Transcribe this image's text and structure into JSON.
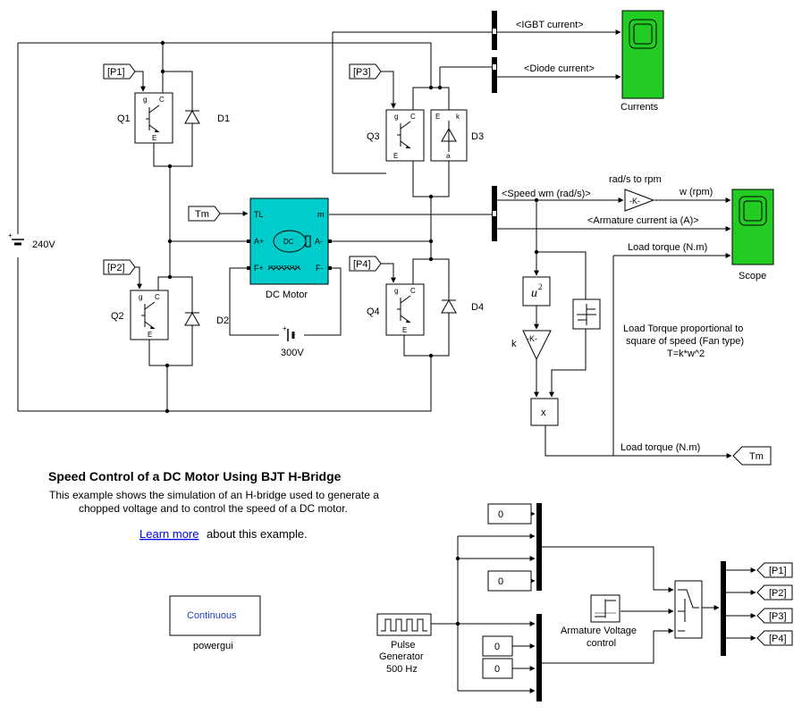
{
  "tags": {
    "p1": "[P1]",
    "p2": "[P2]",
    "p3": "[P3]",
    "p4": "[P4]",
    "tm_from": "Tm",
    "tm_goto": "Tm"
  },
  "switches": {
    "q1": "Q1",
    "q2": "Q2",
    "q3": "Q3",
    "q4": "Q4",
    "d1": "D1",
    "d2": "D2",
    "d3": "D3",
    "d4": "D4"
  },
  "pins": {
    "g": "g",
    "c": "C",
    "e": "E",
    "k": "k",
    "a": "a"
  },
  "sources": {
    "dc_240": "240V",
    "dc_300": "300V"
  },
  "motor": {
    "label": "DC Motor",
    "inner": "DC",
    "tl": "TL",
    "m": "m",
    "a_plus": "A+",
    "a_minus": "A-",
    "f_plus": "F+",
    "f_minus": "F-"
  },
  "signals": {
    "igbt_current": "<IGBT current>",
    "diode_current": "<Diode current>",
    "speed": "<Speed wm (rad/s)>",
    "armature_current": "<Armature current ia (A)>",
    "load_torque_top": "Load torque (N.m)",
    "load_torque_bottom": "Load torque (N.m)",
    "w_rpm": "w (rpm)"
  },
  "blocks": {
    "currents_scope": "Currents",
    "scope": "Scope",
    "rad_to_rpm": "rad/s to rpm",
    "gain_symbol": "-K-",
    "k_label": "k",
    "square": "u",
    "square_exp": "2",
    "product": "x",
    "note_line1": "Load Torque proportional to",
    "note_line2": "square of speed (Fan type)",
    "note_line3": "T=k*w^2"
  },
  "info": {
    "title": "Speed Control of a DC Motor Using BJT H-Bridge",
    "desc_line1": "This example shows the simulation of an H-bridge used to generate a",
    "desc_line2": "chopped voltage and to control the speed of a DC motor.",
    "learn_more": "Learn more",
    "learn_rest": "about this example."
  },
  "powergui": {
    "mode": "Continuous",
    "label": "powergui"
  },
  "control": {
    "const_a": "0",
    "const_b": "0",
    "const_c": "0",
    "const_d": "0",
    "pulse_line1": "Pulse",
    "pulse_line2": "Generator",
    "pulse_line3": "500 Hz",
    "armature_line1": "Armature Voltage",
    "armature_line2": "control"
  },
  "colors": {
    "scope_green": "#22cc22",
    "motor_cyan": "#00cccc",
    "link_blue": "#0000ee"
  }
}
